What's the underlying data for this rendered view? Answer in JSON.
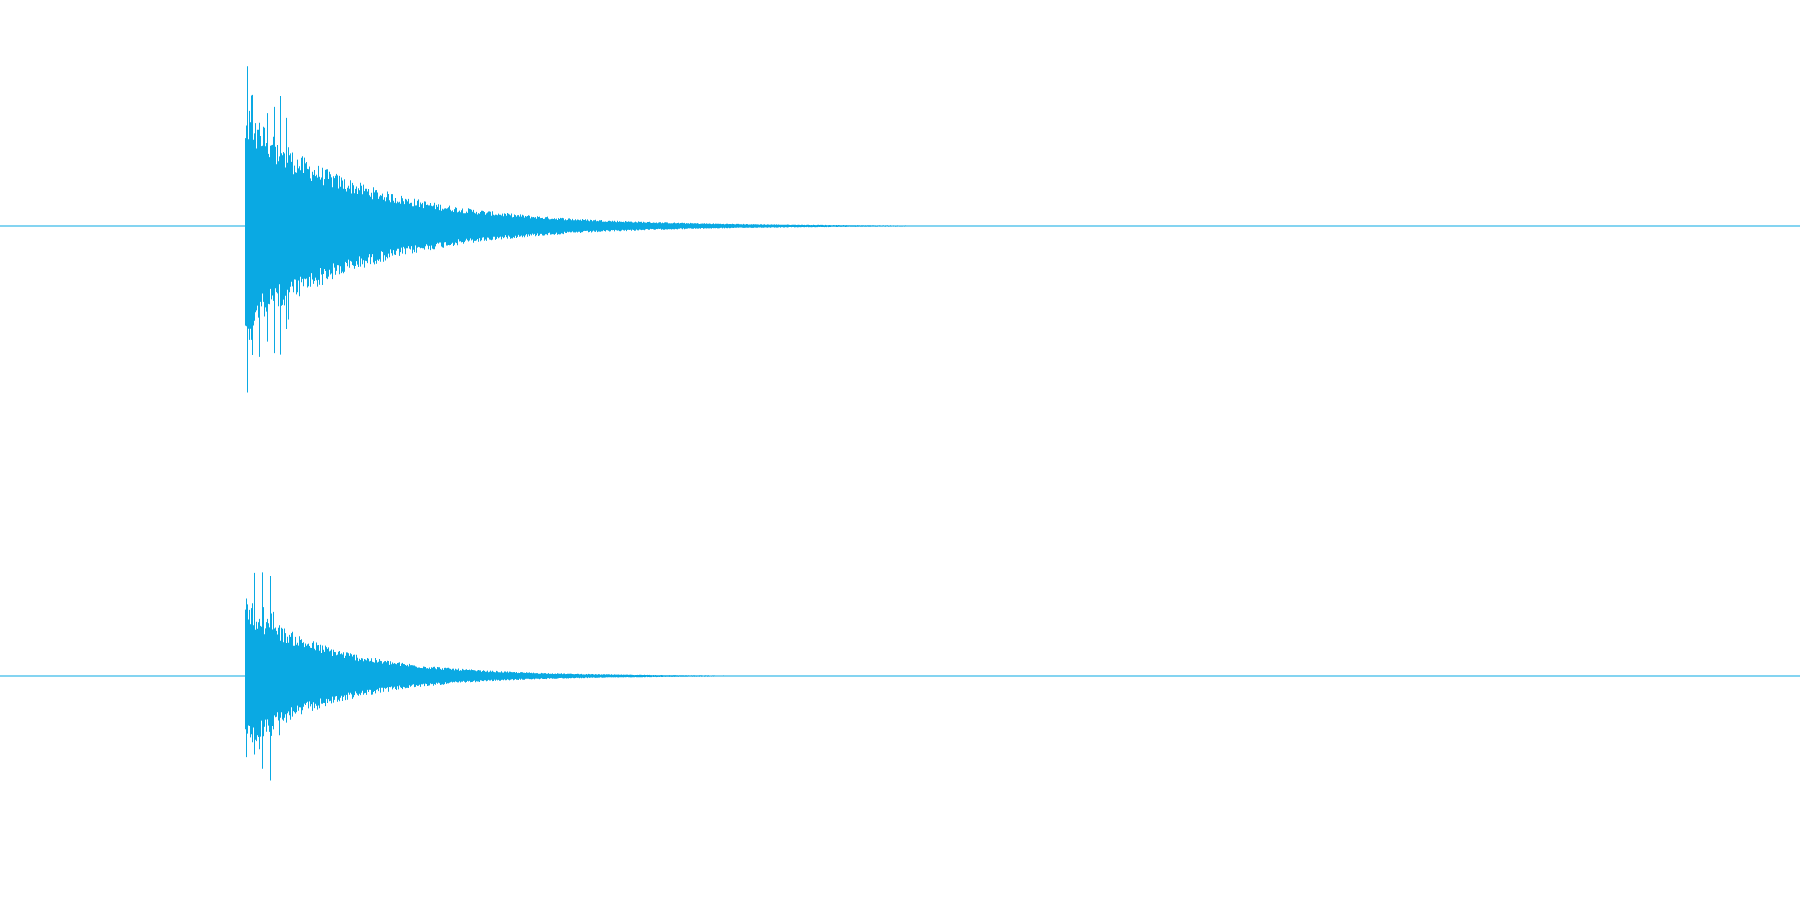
{
  "colors": {
    "background": "#ffffff",
    "waveform": "#0aa9e3"
  },
  "channels": [
    {
      "name": "",
      "onset_fraction": 0.136,
      "decay_end_fraction": 0.565,
      "peak_amplitude": 0.97,
      "body_amplitude": 0.58
    },
    {
      "name": "",
      "onset_fraction": 0.136,
      "decay_end_fraction": 0.46,
      "peak_amplitude": 0.66,
      "body_amplitude": 0.38
    }
  ]
}
